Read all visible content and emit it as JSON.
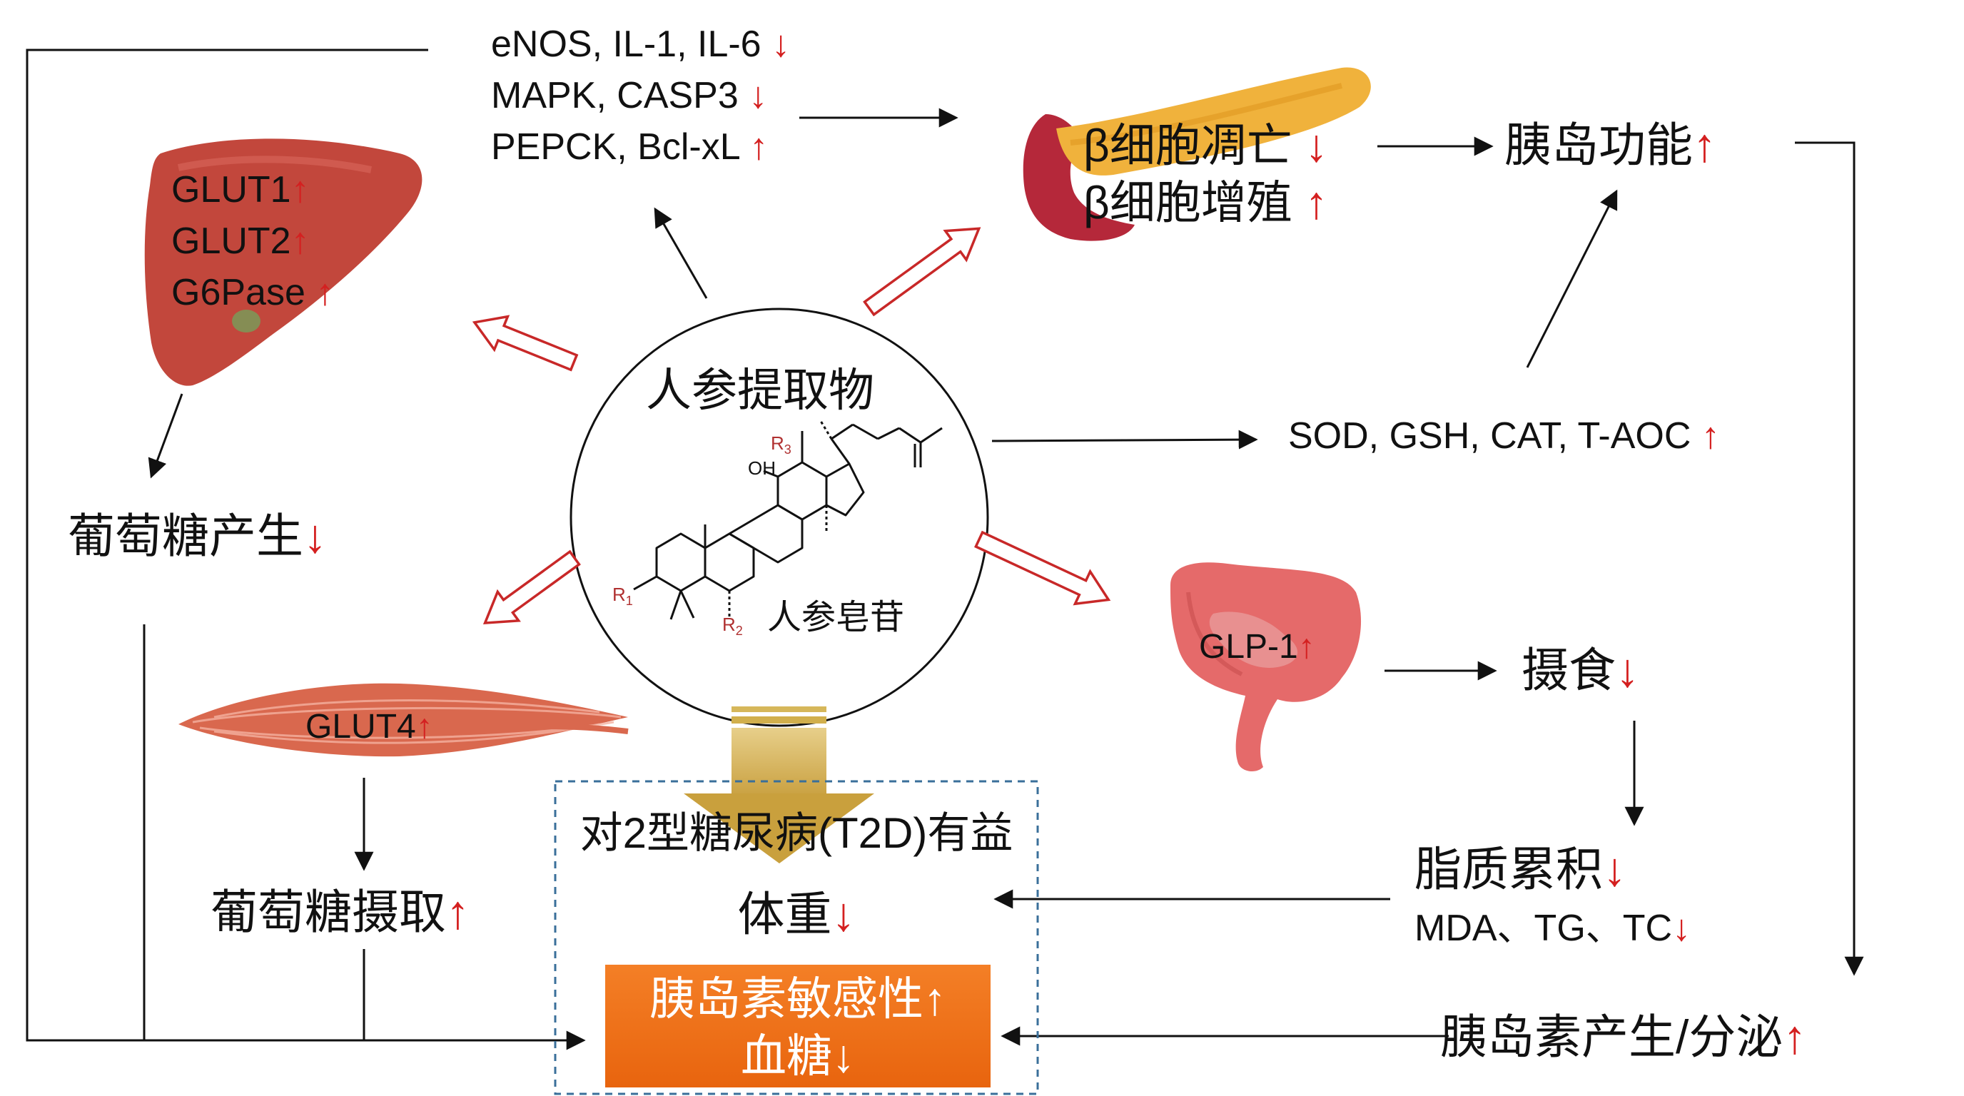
{
  "center": {
    "title": "人参提取物",
    "compound": "人参皂苷"
  },
  "molecule": {
    "oh": "OH",
    "r1": "R",
    "r1_sub": "1",
    "r2": "R",
    "r2_sub": "2",
    "r3": "R",
    "r3_sub": "3"
  },
  "top_markers": {
    "l1": "eNOS, IL-1, IL-6",
    "l1_arrow": "↓",
    "l2": "MAPK, CASP3",
    "l2_arrow": "↓",
    "l3": "PEPCK, Bcl-xL",
    "l3_arrow": "↑"
  },
  "liver": {
    "l1": "GLUT1",
    "l1_arrow": "↑",
    "l2": "GLUT2",
    "l2_arrow": "↑",
    "l3": "G6Pase",
    "l3_arrow": "↑"
  },
  "glucose_production": {
    "label": "葡萄糖产生",
    "arrow": "↓"
  },
  "muscle": {
    "label": "GLUT4",
    "arrow": "↑"
  },
  "glucose_uptake": {
    "label": "葡萄糖摄取",
    "arrow": "↑"
  },
  "pancreas": {
    "l1": "β细胞凋亡",
    "l1_arrow": "↓",
    "l2": "β细胞增殖",
    "l2_arrow": "↑"
  },
  "islet_function": {
    "label": "胰岛功能",
    "arrow": "↑"
  },
  "antioxidants": {
    "label": "SOD, GSH, CAT, T-AOC",
    "arrow": "↑"
  },
  "gut": {
    "label": "GLP-1",
    "arrow": "↑"
  },
  "food_intake": {
    "label": "摄食",
    "arrow": "↓"
  },
  "lipid": {
    "l1": "脂质累积",
    "l1_arrow": "↓",
    "l2": "MDA、TG、TC",
    "l2_arrow": "↓"
  },
  "insulin_secretion": {
    "label": "胰岛素产生/分泌",
    "arrow": "↑"
  },
  "outcome": {
    "title": "对2型糖尿病(T2D)有益",
    "weight": "体重",
    "weight_arrow": "↓",
    "sensitivity": "胰岛素敏感性↑",
    "glucose": "血糖↓"
  },
  "colors": {
    "red": "#d42020",
    "orange": "#f0741c",
    "liver": "#c2473c",
    "pancreas": "#f0b23c",
    "gold_arrow": "#c9a844",
    "dashed_box": "#3a6f9a"
  }
}
